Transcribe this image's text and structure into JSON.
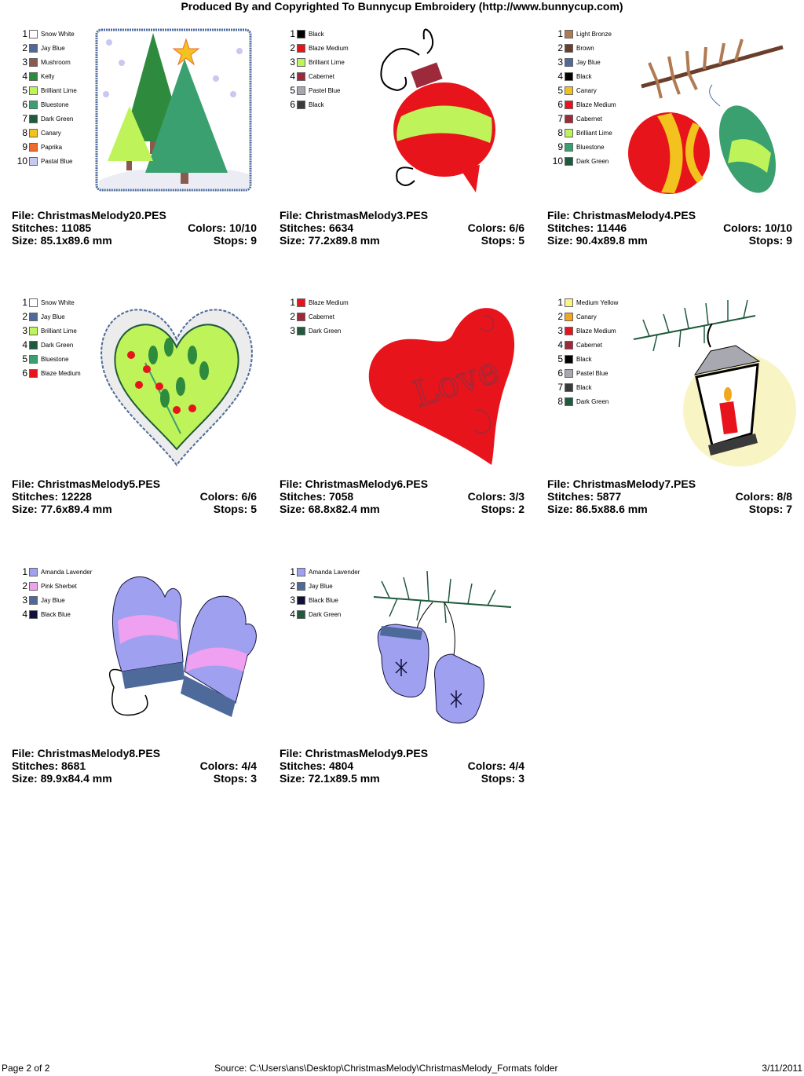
{
  "header": "Produced By and Copyrighted To Bunnycup Embroidery (http://www.bunnycup.com)",
  "labels": {
    "file": "File:",
    "stitches": "Stitches:",
    "colors": "Colors:",
    "size": "Size:",
    "stops": "Stops:"
  },
  "designs": [
    {
      "file": "ChristmasMelody20.PES",
      "stitches": "11085",
      "colors": "10/10",
      "size": "85.1x89.6 mm",
      "stops": "9",
      "palette": [
        {
          "n": "1",
          "name": "Snow White",
          "color": "#ffffff"
        },
        {
          "n": "2",
          "name": "Jay Blue",
          "color": "#4e6a9b"
        },
        {
          "n": "3",
          "name": "Mushroom",
          "color": "#8a5a4e"
        },
        {
          "n": "4",
          "name": "Kelly",
          "color": "#2e8b3e"
        },
        {
          "n": "5",
          "name": "Brilliant Lime",
          "color": "#bff35a"
        },
        {
          "n": "6",
          "name": "Bluestone",
          "color": "#3aa070"
        },
        {
          "n": "7",
          "name": "Dark Green",
          "color": "#1f5a3d"
        },
        {
          "n": "8",
          "name": "Canary",
          "color": "#f2c21e"
        },
        {
          "n": "9",
          "name": "Paprika",
          "color": "#f06a2e"
        },
        {
          "n": "10",
          "name": "Pastal Blue",
          "color": "#c8c8f0"
        }
      ]
    },
    {
      "file": "ChristmasMelody3.PES",
      "stitches": "6634",
      "colors": "6/6",
      "size": "77.2x89.8 mm",
      "stops": "5",
      "palette": [
        {
          "n": "1",
          "name": "Black",
          "color": "#000000"
        },
        {
          "n": "2",
          "name": "Blaze Medium",
          "color": "#e8141c"
        },
        {
          "n": "3",
          "name": "Brilliant Lime",
          "color": "#bff35a"
        },
        {
          "n": "4",
          "name": "Cabernet",
          "color": "#9c2a3a"
        },
        {
          "n": "5",
          "name": "Pastel Blue",
          "color": "#a8a8b0"
        },
        {
          "n": "6",
          "name": "Black",
          "color": "#3a3a3a"
        }
      ]
    },
    {
      "file": "ChristmasMelody4.PES",
      "stitches": "11446",
      "colors": "10/10",
      "size": "90.4x89.8 mm",
      "stops": "9",
      "palette": [
        {
          "n": "1",
          "name": "Light Bronze",
          "color": "#b07a52"
        },
        {
          "n": "2",
          "name": "Brown",
          "color": "#6a3e2a"
        },
        {
          "n": "3",
          "name": "Jay Blue",
          "color": "#4e6a9b"
        },
        {
          "n": "4",
          "name": "Black",
          "color": "#000000"
        },
        {
          "n": "5",
          "name": "Canary",
          "color": "#f2c21e"
        },
        {
          "n": "6",
          "name": "Blaze Medium",
          "color": "#e8141c"
        },
        {
          "n": "7",
          "name": "Cabernet",
          "color": "#9c2a3a"
        },
        {
          "n": "8",
          "name": "Brilliant Lime",
          "color": "#bff35a"
        },
        {
          "n": "9",
          "name": "Bluestone",
          "color": "#3aa070"
        },
        {
          "n": "10",
          "name": "Dark Green",
          "color": "#1f5a3d"
        }
      ]
    },
    {
      "file": "ChristmasMelody5.PES",
      "stitches": "12228",
      "colors": "6/6",
      "size": "77.6x89.4 mm",
      "stops": "5",
      "palette": [
        {
          "n": "1",
          "name": "Snow White",
          "color": "#ffffff"
        },
        {
          "n": "2",
          "name": "Jay Blue",
          "color": "#4e6a9b"
        },
        {
          "n": "3",
          "name": "Brilliant Lime",
          "color": "#bff35a"
        },
        {
          "n": "4",
          "name": "Dark Green",
          "color": "#1f5a3d"
        },
        {
          "n": "5",
          "name": "Bluestone",
          "color": "#3aa070"
        },
        {
          "n": "6",
          "name": "Blaze Medium",
          "color": "#e8141c"
        }
      ]
    },
    {
      "file": "ChristmasMelody6.PES",
      "stitches": "7058",
      "colors": "3/3",
      "size": "68.8x82.4 mm",
      "stops": "2",
      "palette": [
        {
          "n": "1",
          "name": "Blaze Medium",
          "color": "#e8141c"
        },
        {
          "n": "2",
          "name": "Cabernet",
          "color": "#9c2a3a"
        },
        {
          "n": "3",
          "name": "Dark Green",
          "color": "#1f5a3d"
        }
      ]
    },
    {
      "file": "ChristmasMelody7.PES",
      "stitches": "5877",
      "colors": "8/8",
      "size": "86.5x88.6 mm",
      "stops": "7",
      "palette": [
        {
          "n": "1",
          "name": "Medium Yellow",
          "color": "#f8f48a"
        },
        {
          "n": "2",
          "name": "Canary",
          "color": "#f2a81e"
        },
        {
          "n": "3",
          "name": "Blaze Medium",
          "color": "#e8141c"
        },
        {
          "n": "4",
          "name": "Cabernet",
          "color": "#9c2a3a"
        },
        {
          "n": "5",
          "name": "Black",
          "color": "#000000"
        },
        {
          "n": "6",
          "name": "Pastel Blue",
          "color": "#a8a8b0"
        },
        {
          "n": "7",
          "name": "Black",
          "color": "#3a3a3a"
        },
        {
          "n": "8",
          "name": "Dark Green",
          "color": "#1f5a3d"
        }
      ]
    },
    {
      "file": "ChristmasMelody8.PES",
      "stitches": "8681",
      "colors": "4/4",
      "size": "89.9x84.4 mm",
      "stops": "3",
      "palette": [
        {
          "n": "1",
          "name": "Amanda Lavender",
          "color": "#a0a0f0"
        },
        {
          "n": "2",
          "name": "Pink Sherbet",
          "color": "#f0a0f0"
        },
        {
          "n": "3",
          "name": "Jay Blue",
          "color": "#4e6a9b"
        },
        {
          "n": "4",
          "name": "Black Blue",
          "color": "#10103a"
        }
      ]
    },
    {
      "file": "ChristmasMelody9.PES",
      "stitches": "4804",
      "colors": "4/4",
      "size": "72.1x89.5 mm",
      "stops": "3",
      "palette": [
        {
          "n": "1",
          "name": "Amanda Lavender",
          "color": "#a0a0f0"
        },
        {
          "n": "2",
          "name": "Jay Blue",
          "color": "#4e6a9b"
        },
        {
          "n": "3",
          "name": "Black Blue",
          "color": "#10103a"
        },
        {
          "n": "4",
          "name": "Dark Green",
          "color": "#1f5a3d"
        }
      ]
    }
  ],
  "footer": {
    "page": "Page 2 of 2",
    "source": "Source: C:\\Users\\ans\\Desktop\\ChristmasMelody\\ChristmasMelody_Formats folder",
    "date": "3/11/2011"
  }
}
